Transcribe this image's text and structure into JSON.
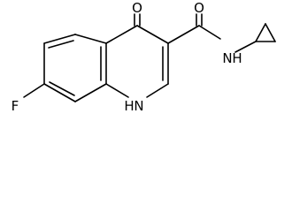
{
  "structure": {
    "atom_labels": {
      "oxygen_ketone": "O",
      "oxygen_amide": "O",
      "amide_nitrogen": "N",
      "amide_hydrogen": "H",
      "ring_nitrogen": "N",
      "ring_hydrogen": "H",
      "fluorine": "F"
    }
  },
  "colors": {
    "bond": "#000000",
    "label": "#000000",
    "background": "#ffffff"
  }
}
